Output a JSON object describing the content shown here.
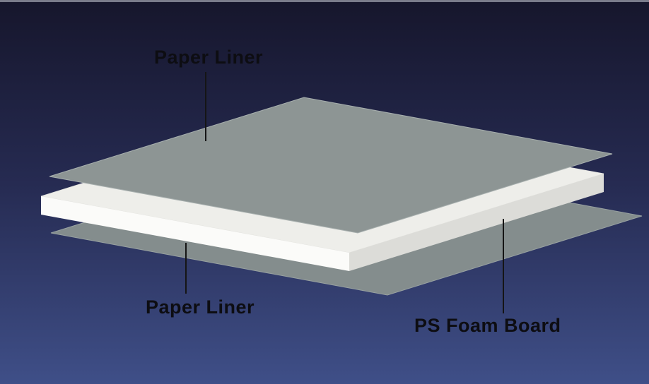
{
  "labels": {
    "top_paper_liner": "Paper Liner",
    "bottom_paper_liner": "Paper Liner",
    "foam_board": "PS Foam Board"
  },
  "colors": {
    "background_top": "#16162c",
    "background_mid": "#262b52",
    "background_bottom": "#3f4f88",
    "top_liner_fill": "#8d9594",
    "bottom_liner_fill": "#848d8d",
    "foam_top_fill": "#eeeeea",
    "foam_front_fill": "#fbfbf9",
    "foam_side_fill": "#dcdcd8",
    "leader_line": "#151515",
    "label_text": "#0d0d12"
  }
}
